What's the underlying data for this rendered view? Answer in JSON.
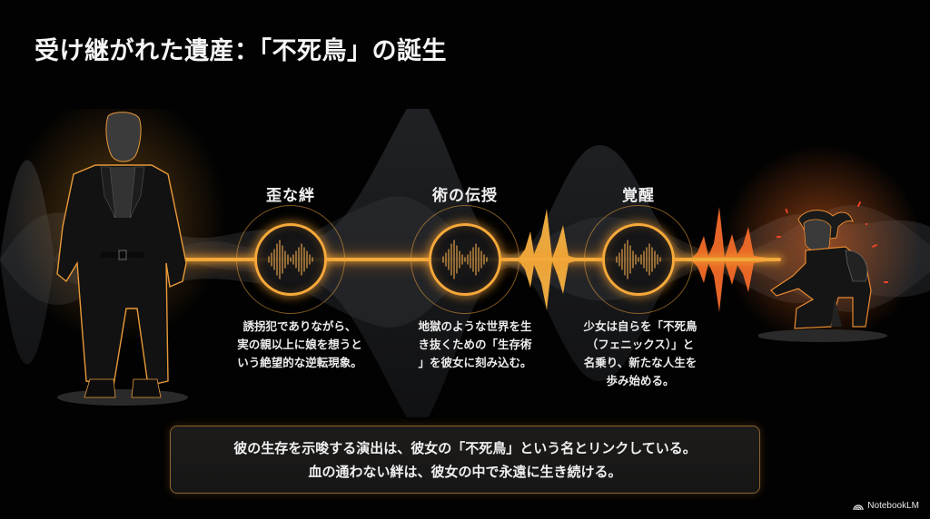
{
  "slide": {
    "title": "受け継がれた遺産：「不死鳥」の誕生",
    "colors": {
      "background": "#020202",
      "accent_orange": "#f6a93a",
      "accent_red_orange": "#f26a2a",
      "text": "#f0f0f0",
      "wave_gray": "#3a3d42"
    },
    "nodes": [
      {
        "label": "歪な絆",
        "icon": "waveform-icon",
        "description_lines": [
          "誘拐犯でありながら、",
          "実の親以上に娘を想うと",
          "いう絶望的な逆転現象。"
        ]
      },
      {
        "label": "術の伝授",
        "icon": "waveform-icon",
        "description_lines": [
          "地獄のような世界を生",
          "き抜くための「生存術",
          "」を彼女に刻み込む。"
        ]
      },
      {
        "label": "覚醒",
        "icon": "waveform-icon",
        "description_lines": [
          "少女は自らを「不死鳥",
          "（フェニックス）」と",
          "名乗り、新たな人生を",
          "歩み始める。"
        ]
      }
    ],
    "figures": {
      "left": "man-in-trenchcoat-silhouette",
      "right": "kneeling-girl-silhouette"
    },
    "summary": {
      "lines": [
        "彼の生存を示唆する演出は、彼女の「不死鳥」という名とリンクしている。",
        "血の通わない絆は、彼女の中で永遠に生き続ける。"
      ]
    },
    "brand": {
      "icon": "notebooklm-logo-icon",
      "label": "NotebookLM"
    }
  }
}
